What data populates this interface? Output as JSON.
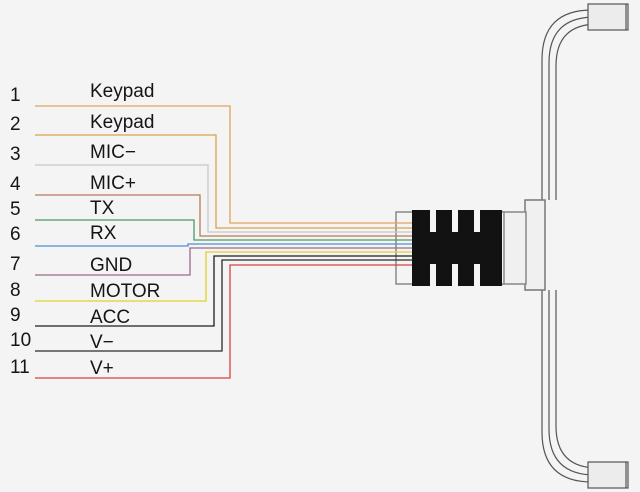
{
  "pins": [
    {
      "num": "1",
      "label": "Keypad",
      "color": "#e0a35c"
    },
    {
      "num": "2",
      "label": "Keypad",
      "color": "#d8a34a"
    },
    {
      "num": "3",
      "label": "MIC−",
      "color": "#c8c8c8"
    },
    {
      "num": "4",
      "label": "MIC+",
      "color": "#b77b5a"
    },
    {
      "num": "5",
      "label": "TX",
      "color": "#4a9a62"
    },
    {
      "num": "6",
      "label": "RX",
      "color": "#4a8fd6"
    },
    {
      "num": "7",
      "label": "GND",
      "color": "#9a6a86"
    },
    {
      "num": "8",
      "label": "MOTOR",
      "color": "#e3d12a"
    },
    {
      "num": "9",
      "label": "ACC",
      "color": "#1e1e1e"
    },
    {
      "num": "10",
      "label": "V−",
      "color": "#2a2a2a"
    },
    {
      "num": "11",
      "label": "V+",
      "color": "#d8423c"
    }
  ],
  "colors": {
    "background": "#f4f4f4",
    "connector_body": "#121212",
    "connector_outline": "#8a8a8a",
    "frame_line": "#555555"
  }
}
